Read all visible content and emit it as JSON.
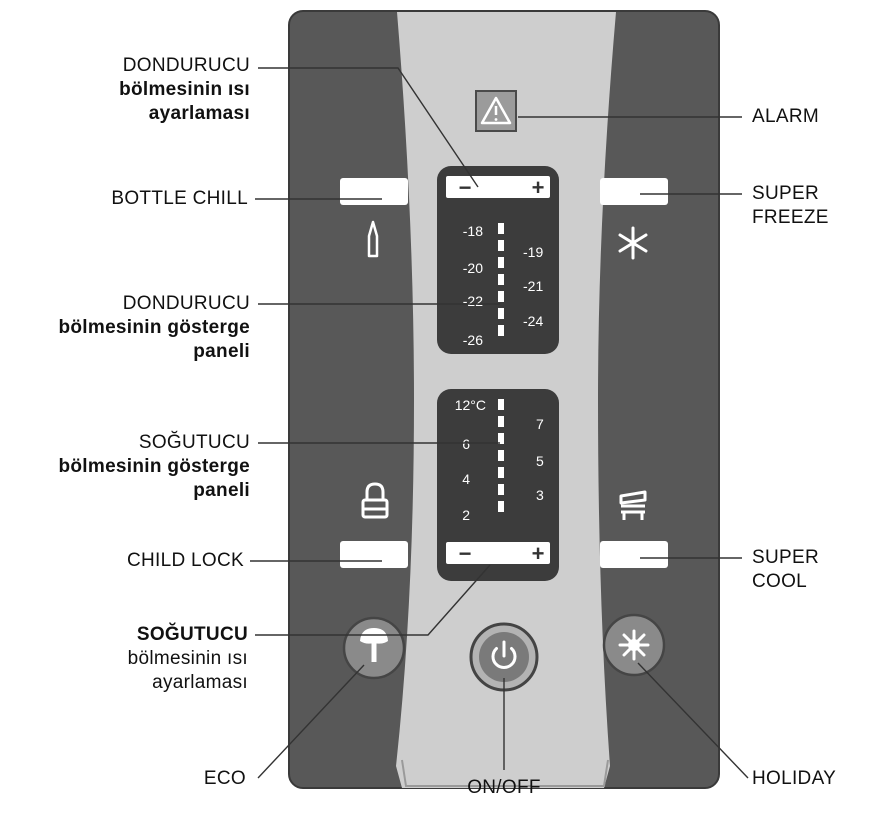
{
  "labels": {
    "freezer_adjust": {
      "line1": "DONDURUCU",
      "line2": "bölmesinin ısı",
      "line3": "ayarlaması"
    },
    "bottle_chill": "BOTTLE CHILL",
    "freezer_display": {
      "line1": "DONDURUCU",
      "line2": "bölmesinin gösterge",
      "line3": "paneli"
    },
    "fridge_display": {
      "line1": "SOĞUTUCU",
      "line2": "bölmesinin gösterge",
      "line3": "paneli"
    },
    "child_lock": "CHILD LOCK",
    "fridge_adjust": {
      "line1": "SOĞUTUCU",
      "line2": "bölmesinin ısı",
      "line3": "ayarlaması"
    },
    "eco": "ECO",
    "alarm": "ALARM",
    "super_freeze": {
      "line1": "SUPER",
      "line2": "FREEZE"
    },
    "super_cool": {
      "line1": "SUPER",
      "line2": "COOL"
    },
    "holiday": "HOLIDAY",
    "on_off": {
      "on": "ON",
      "sep": "/",
      "off": "OFF"
    }
  },
  "freezer_panel": {
    "minus": "−",
    "plus": "+",
    "left_values": [
      "-18",
      "-20",
      "-22",
      "-26"
    ],
    "right_values": [
      "-19",
      "-21",
      "-24"
    ]
  },
  "fridge_panel": {
    "minus": "−",
    "plus": "+",
    "left_values": [
      "12°C",
      "6",
      "4",
      "2"
    ],
    "right_values": [
      "7",
      "5",
      "3"
    ]
  },
  "icons": {
    "alarm": "warning-triangle-icon",
    "bottle": "bottle-icon",
    "freeze": "snowflake-icon",
    "lock": "padlock-icon",
    "cool": "fridge-cool-icon",
    "eco": "tree-icon",
    "power": "power-icon",
    "holiday": "sun-icon"
  },
  "colors": {
    "panel_dark": "#585858",
    "panel_light": "#cecece",
    "display_bg": "#3c3c3c",
    "round_button": "#8a8a8a",
    "power_button": "#b3b3b3",
    "alarm_button": "#9b9b9b"
  }
}
